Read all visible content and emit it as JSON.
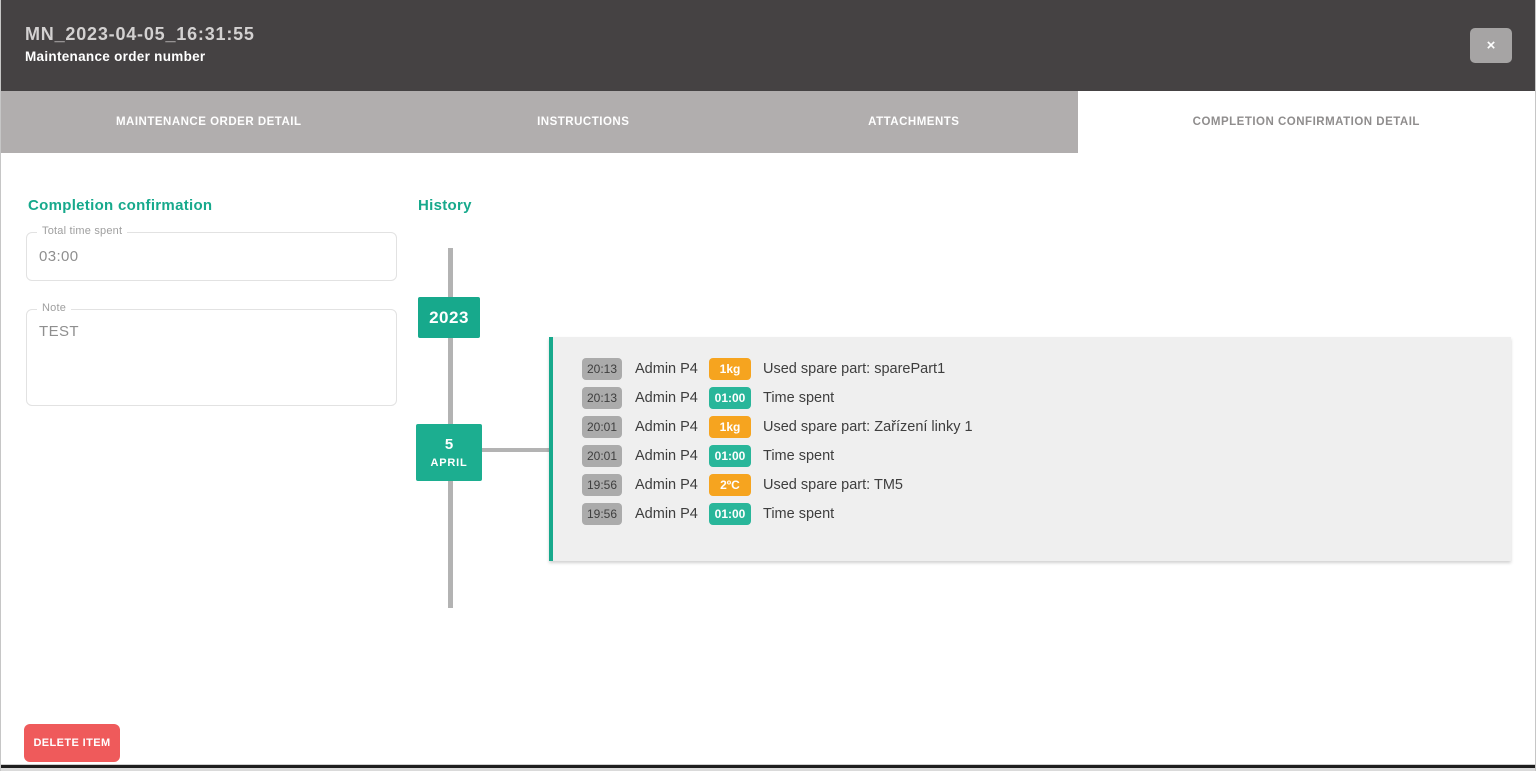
{
  "header": {
    "title": "MN_2023-04-05_16:31:55",
    "subtitle": "Maintenance order number",
    "close_label": "×"
  },
  "tabs": [
    {
      "label": "MAINTENANCE ORDER DETAIL"
    },
    {
      "label": "INSTRUCTIONS"
    },
    {
      "label": "ATTACHMENTS"
    },
    {
      "label": "COMPLETION CONFIRMATION DETAIL"
    }
  ],
  "completion": {
    "heading": "Completion confirmation",
    "fields": [
      {
        "label": "Total time spent",
        "value": "03:00"
      },
      {
        "label": "Note",
        "value": "TEST"
      }
    ]
  },
  "history": {
    "heading": "History",
    "year": "2023",
    "day": "5",
    "month": "APRIL",
    "events": [
      {
        "time": "20:13",
        "user": "Admin P4",
        "badge": "1kg",
        "badge_type": "orange",
        "text": "Used spare part: sparePart1"
      },
      {
        "time": "20:13",
        "user": "Admin P4",
        "badge": "01:00",
        "badge_type": "teal",
        "text": "Time spent"
      },
      {
        "time": "20:01",
        "user": "Admin P4",
        "badge": "1kg",
        "badge_type": "orange",
        "text": "Used spare part: Zařízení linky 1"
      },
      {
        "time": "20:01",
        "user": "Admin P4",
        "badge": "01:00",
        "badge_type": "teal",
        "text": "Time spent"
      },
      {
        "time": "19:56",
        "user": "Admin P4",
        "badge": "2ºC",
        "badge_type": "orange",
        "text": "Used spare part: TM5"
      },
      {
        "time": "19:56",
        "user": "Admin P4",
        "badge": "01:00",
        "badge_type": "teal",
        "text": "Time spent"
      }
    ]
  },
  "footer": {
    "delete_label": "DELETE ITEM"
  },
  "colors": {
    "accent_teal": "#17a98c",
    "badge_orange": "#f6a41f",
    "badge_teal": "#29b69a",
    "danger_red": "#ef5a5b",
    "header_bg": "#454243",
    "tabbar_bg": "#b1aeae",
    "card_bg": "#efefef"
  }
}
